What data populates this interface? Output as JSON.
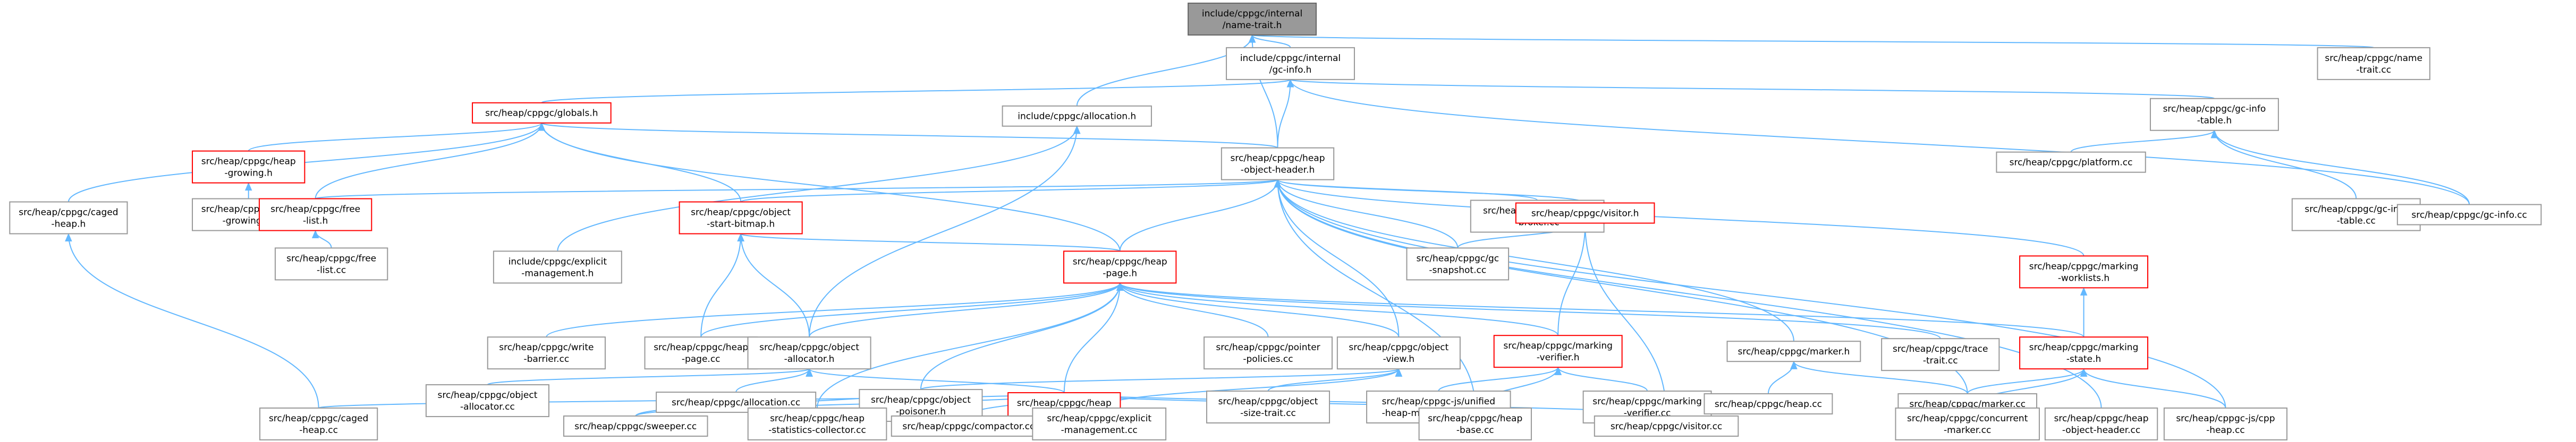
{
  "graph": {
    "nodes": [
      {
        "id": "name_trait_h",
        "lines": [
          "include/cppgc/internal",
          "/name-trait.h"
        ],
        "root": true,
        "red": false
      },
      {
        "id": "gc_info_h",
        "lines": [
          "include/cppgc/internal",
          "/gc-info.h"
        ],
        "root": false,
        "red": false
      },
      {
        "id": "name_trait_cc",
        "lines": [
          "src/heap/cppgc/name",
          "-trait.cc"
        ],
        "root": false,
        "red": false
      },
      {
        "id": "globals_h",
        "lines": [
          "src/heap/cppgc/globals.h"
        ],
        "root": false,
        "red": true
      },
      {
        "id": "allocation_h",
        "lines": [
          "include/cppgc/allocation.h"
        ],
        "root": false,
        "red": false
      },
      {
        "id": "gc_info_table_h",
        "lines": [
          "src/heap/cppgc/gc-info",
          "-table.h"
        ],
        "root": false,
        "red": false
      },
      {
        "id": "heap_growing_h",
        "lines": [
          "src/heap/cppgc/heap",
          "-growing.h"
        ],
        "root": false,
        "red": true
      },
      {
        "id": "heap_object_header_h",
        "lines": [
          "src/heap/cppgc/heap",
          "-object-header.h"
        ],
        "root": false,
        "red": false
      },
      {
        "id": "caged_heap_h",
        "lines": [
          "src/heap/cppgc/caged",
          "-heap.h"
        ],
        "root": false,
        "red": false
      },
      {
        "id": "heap_growing_cc",
        "lines": [
          "src/heap/cppgc/heap",
          "-growing.cc"
        ],
        "root": false,
        "red": false
      },
      {
        "id": "free_list_h",
        "lines": [
          "src/heap/cppgc/free",
          "-list.h"
        ],
        "root": false,
        "red": true
      },
      {
        "id": "platform_cc",
        "lines": [
          "src/heap/cppgc/platform.cc"
        ],
        "root": false,
        "red": false
      },
      {
        "id": "gc_info_table_cc",
        "lines": [
          "src/heap/cppgc/gc-info",
          "-table.cc"
        ],
        "root": false,
        "red": false
      },
      {
        "id": "gc_info_cc",
        "lines": [
          "src/heap/cppgc/gc-info.cc"
        ],
        "root": false,
        "red": false
      },
      {
        "id": "explicit_management_h",
        "lines": [
          "include/cppgc/explicit",
          "-management.h"
        ],
        "root": false,
        "red": false
      },
      {
        "id": "object_start_bitmap_h",
        "lines": [
          "src/heap/cppgc/object",
          "-start-bitmap.h"
        ],
        "root": false,
        "red": true
      },
      {
        "id": "liveness_broker_cc",
        "lines": [
          "src/heap/cppgc/liveness",
          "-broker.cc"
        ],
        "root": false,
        "red": false
      },
      {
        "id": "visitor_h",
        "lines": [
          "src/heap/cppgc/visitor.h"
        ],
        "root": false,
        "red": true
      },
      {
        "id": "free_list_cc",
        "lines": [
          "src/heap/cppgc/free",
          "-list.cc"
        ],
        "root": false,
        "red": false
      },
      {
        "id": "heap_page_h",
        "lines": [
          "src/heap/cppgc/heap",
          "-page.h"
        ],
        "root": false,
        "red": true
      },
      {
        "id": "heap_snapshot_cc",
        "lines": [
          "src/heap/cppgc/gc",
          "-snapshot.cc"
        ],
        "root": false,
        "red": false
      },
      {
        "id": "marking_worklists_h",
        "lines": [
          "src/heap/cppgc/marking",
          "-worklists.h"
        ],
        "root": false,
        "red": true
      },
      {
        "id": "write_barrier_cc",
        "lines": [
          "src/heap/cppgc/write",
          "-barrier.cc"
        ],
        "root": false,
        "red": false
      },
      {
        "id": "heap_page_cc",
        "lines": [
          "src/heap/cppgc/heap",
          "-page.cc"
        ],
        "root": false,
        "red": false
      },
      {
        "id": "object_allocator_h",
        "lines": [
          "src/heap/cppgc/object",
          "-allocator.h"
        ],
        "root": false,
        "red": false
      },
      {
        "id": "pointer_policies_cc",
        "lines": [
          "src/heap/cppgc/pointer",
          "-policies.cc"
        ],
        "root": false,
        "red": false
      },
      {
        "id": "object_view_h",
        "lines": [
          "src/heap/cppgc/object",
          "-view.h"
        ],
        "root": false,
        "red": false
      },
      {
        "id": "marking_verifier_h",
        "lines": [
          "src/heap/cppgc/marking",
          "-verifier.h"
        ],
        "root": false,
        "red": true
      },
      {
        "id": "pmarker_h",
        "lines": [
          "src/heap/cppgc/marker.h"
        ],
        "root": false,
        "red": false
      },
      {
        "id": "trace_trait_cc",
        "lines": [
          "src/heap/cppgc/trace",
          "-trait.cc"
        ],
        "root": false,
        "red": false
      },
      {
        "id": "marking_state_h",
        "lines": [
          "src/heap/cppgc/marking",
          "-state.h"
        ],
        "root": false,
        "red": true
      },
      {
        "id": "object_allocator_cc",
        "lines": [
          "src/heap/cppgc/object",
          "-allocator.cc"
        ],
        "root": false,
        "red": false
      },
      {
        "id": "allocation_cc",
        "lines": [
          "src/heap/cppgc/allocation.cc"
        ],
        "root": false,
        "red": false
      },
      {
        "id": "object_size_trait_cc",
        "lines": [
          "src/heap/cppgc/object",
          "-size-trait.cc"
        ],
        "root": false,
        "red": false
      },
      {
        "id": "unified_heap_marking_verifier_cc",
        "lines": [
          "src/heap/cppgc-js/unified",
          "-heap-marking-verifier.cc"
        ],
        "root": false,
        "red": false
      },
      {
        "id": "marking_verifier_cc",
        "lines": [
          "src/heap/cppgc/marking",
          "-verifier.cc"
        ],
        "root": false,
        "red": false
      },
      {
        "id": "heap_cc",
        "lines": [
          "src/heap/cppgc/heap.cc"
        ],
        "root": false,
        "red": false
      },
      {
        "id": "marker_cc",
        "lines": [
          "src/heap/cppgc/marker.cc"
        ],
        "root": false,
        "red": false
      },
      {
        "id": "object_poisoner_h",
        "lines": [
          "src/heap/cppgc/object",
          "-poisoner.h"
        ],
        "root": false,
        "red": false
      },
      {
        "id": "heap_base_h",
        "lines": [
          "src/heap/cppgc/heap",
          "-base.h"
        ],
        "root": false,
        "red": true
      },
      {
        "id": "caged_heap_cc",
        "lines": [
          "src/heap/cppgc/caged",
          "-heap.cc"
        ],
        "root": false,
        "red": false
      },
      {
        "id": "sweeper_cc",
        "lines": [
          "src/heap/cppgc/sweeper.cc"
        ],
        "root": false,
        "red": false
      },
      {
        "id": "heap_statistics_collector_cc",
        "lines": [
          "src/heap/cppgc/heap",
          "-statistics-collector.cc"
        ],
        "root": false,
        "red": false
      },
      {
        "id": "compactor_cc",
        "lines": [
          "src/heap/cppgc/compactor.cc"
        ],
        "root": false,
        "red": false
      },
      {
        "id": "explicit_management_cc",
        "lines": [
          "src/heap/cppgc/explicit",
          "-management.cc"
        ],
        "root": false,
        "red": false
      },
      {
        "id": "heap_base_cc",
        "lines": [
          "src/heap/cppgc/heap",
          "-base.cc"
        ],
        "root": false,
        "red": false
      },
      {
        "id": "visitor_cc",
        "lines": [
          "src/heap/cppgc/visitor.cc"
        ],
        "root": false,
        "red": false
      },
      {
        "id": "concurrent_marker_cc",
        "lines": [
          "src/heap/cppgc/concurrent",
          "-marker.cc"
        ],
        "root": false,
        "red": false
      },
      {
        "id": "heap_object_header_cc",
        "lines": [
          "src/heap/cppgc/heap",
          "-object-header.cc"
        ],
        "root": false,
        "red": false
      },
      {
        "id": "cppgc_heap_cc",
        "lines": [
          "src/heap/cppgc-js/cpp",
          "-heap.cc"
        ],
        "root": false,
        "red": false
      }
    ],
    "colors": {
      "edge": "#63b8ff",
      "node_border": "#999999",
      "red_border": "#ff0000",
      "root_fill": "#999999"
    }
  }
}
